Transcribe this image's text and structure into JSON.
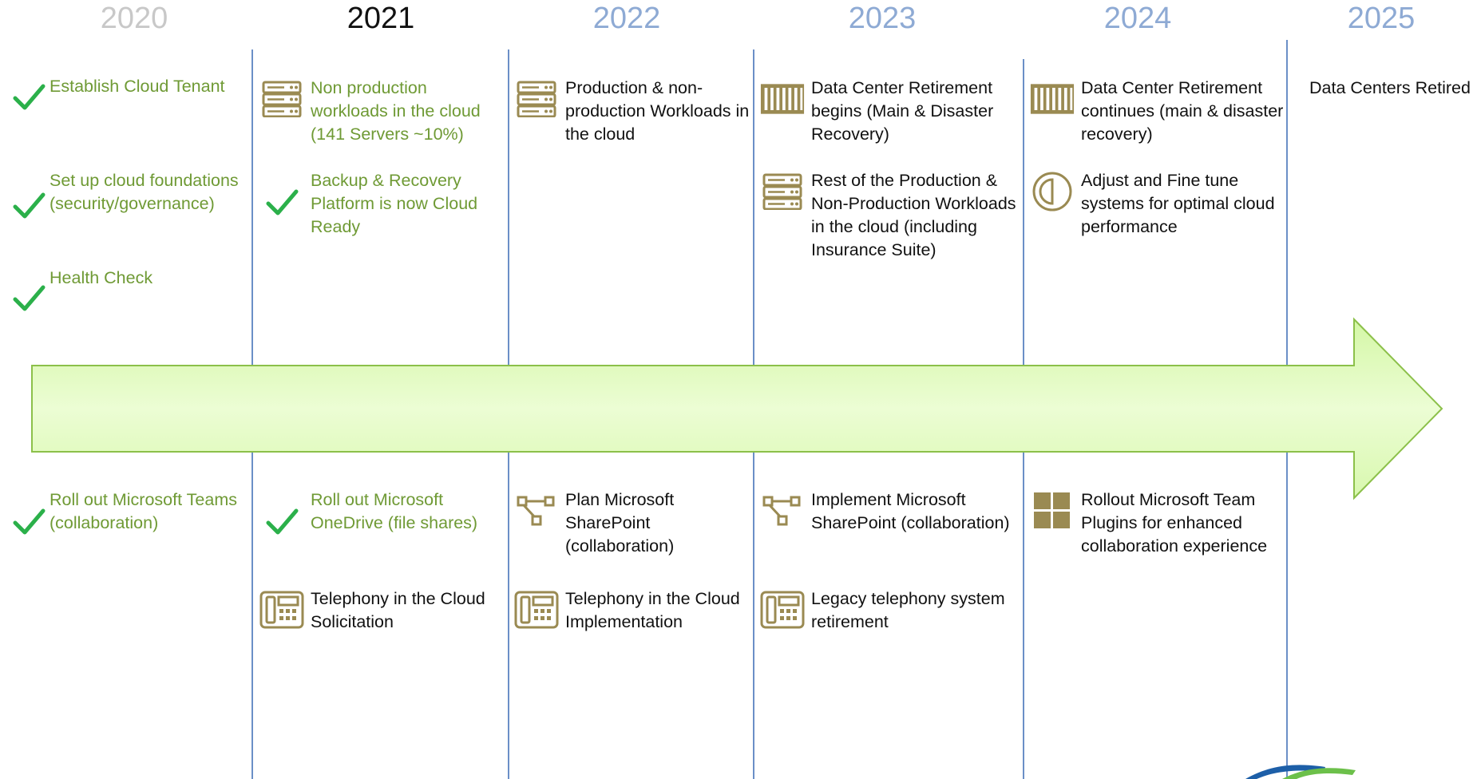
{
  "colors": {
    "done_text": "#6f9a35",
    "check": "#2bb04a",
    "icon": "#9a8a52",
    "year_future": "#8eaad4",
    "year_past": "#c8c8c8",
    "year_current": "#111111",
    "divider": "#6b8fc7",
    "arrow_fill": "#e6fcc4",
    "arrow_stroke": "#8cc04a"
  },
  "years": [
    "2020",
    "2021",
    "2022",
    "2023",
    "2024",
    "2025"
  ],
  "current_year": "2021",
  "top": {
    "c2020": [
      {
        "icon": "check-icon",
        "status": "done",
        "text": "Establish Cloud Tenant"
      },
      {
        "icon": "check-icon",
        "status": "done",
        "text": "Set up cloud foundations (security/governance)"
      },
      {
        "icon": "check-icon",
        "status": "done",
        "text": "Health Check"
      }
    ],
    "c2021": [
      {
        "icon": "server-icon",
        "status": "done",
        "text": "Non production workloads in the cloud (141 Servers ~10%)"
      },
      {
        "icon": "check-icon",
        "status": "done",
        "text": "Backup & Recovery Platform is now Cloud Ready"
      }
    ],
    "c2022": [
      {
        "icon": "server-icon",
        "status": "planned",
        "text": "Production & non-production Workloads in the cloud"
      }
    ],
    "c2023": [
      {
        "icon": "datacenter-icon",
        "status": "planned",
        "text": "Data Center Retirement begins (Main & Disaster Recovery)"
      },
      {
        "icon": "server-icon",
        "status": "planned",
        "text": "Rest of the Production & Non-Production Workloads in the cloud (including Insurance Suite)"
      }
    ],
    "c2024": [
      {
        "icon": "datacenter-icon",
        "status": "planned",
        "text": "Data Center Retirement continues (main & disaster recovery)"
      },
      {
        "icon": "contrast-icon",
        "status": "planned",
        "text": "Adjust and Fine tune systems for optimal cloud performance"
      }
    ],
    "c2025": [
      {
        "icon": "none",
        "status": "planned",
        "text": "Data Centers Retired"
      }
    ]
  },
  "bottom": {
    "c2020": [
      {
        "icon": "check-icon",
        "status": "done",
        "text": "Roll out Microsoft Teams (collaboration)"
      }
    ],
    "c2021": [
      {
        "icon": "check-icon",
        "status": "done",
        "text": "Roll out Microsoft OneDrive (file shares)"
      },
      {
        "icon": "phone-icon",
        "status": "planned",
        "text": "Telephony in the Cloud Solicitation"
      }
    ],
    "c2022": [
      {
        "icon": "network-icon",
        "status": "planned",
        "text": "Plan Microsoft SharePoint (collaboration)"
      },
      {
        "icon": "phone-icon",
        "status": "planned",
        "text": "Telephony in the Cloud Implementation"
      }
    ],
    "c2023": [
      {
        "icon": "network-icon",
        "status": "planned",
        "text": "Implement Microsoft SharePoint (collaboration)"
      },
      {
        "icon": "phone-icon",
        "status": "planned",
        "text": "Legacy telephony system retirement"
      }
    ],
    "c2024": [
      {
        "icon": "windows-icon",
        "status": "planned",
        "text": "Rollout Microsoft Team Plugins for enhanced collaboration experience"
      }
    ]
  }
}
